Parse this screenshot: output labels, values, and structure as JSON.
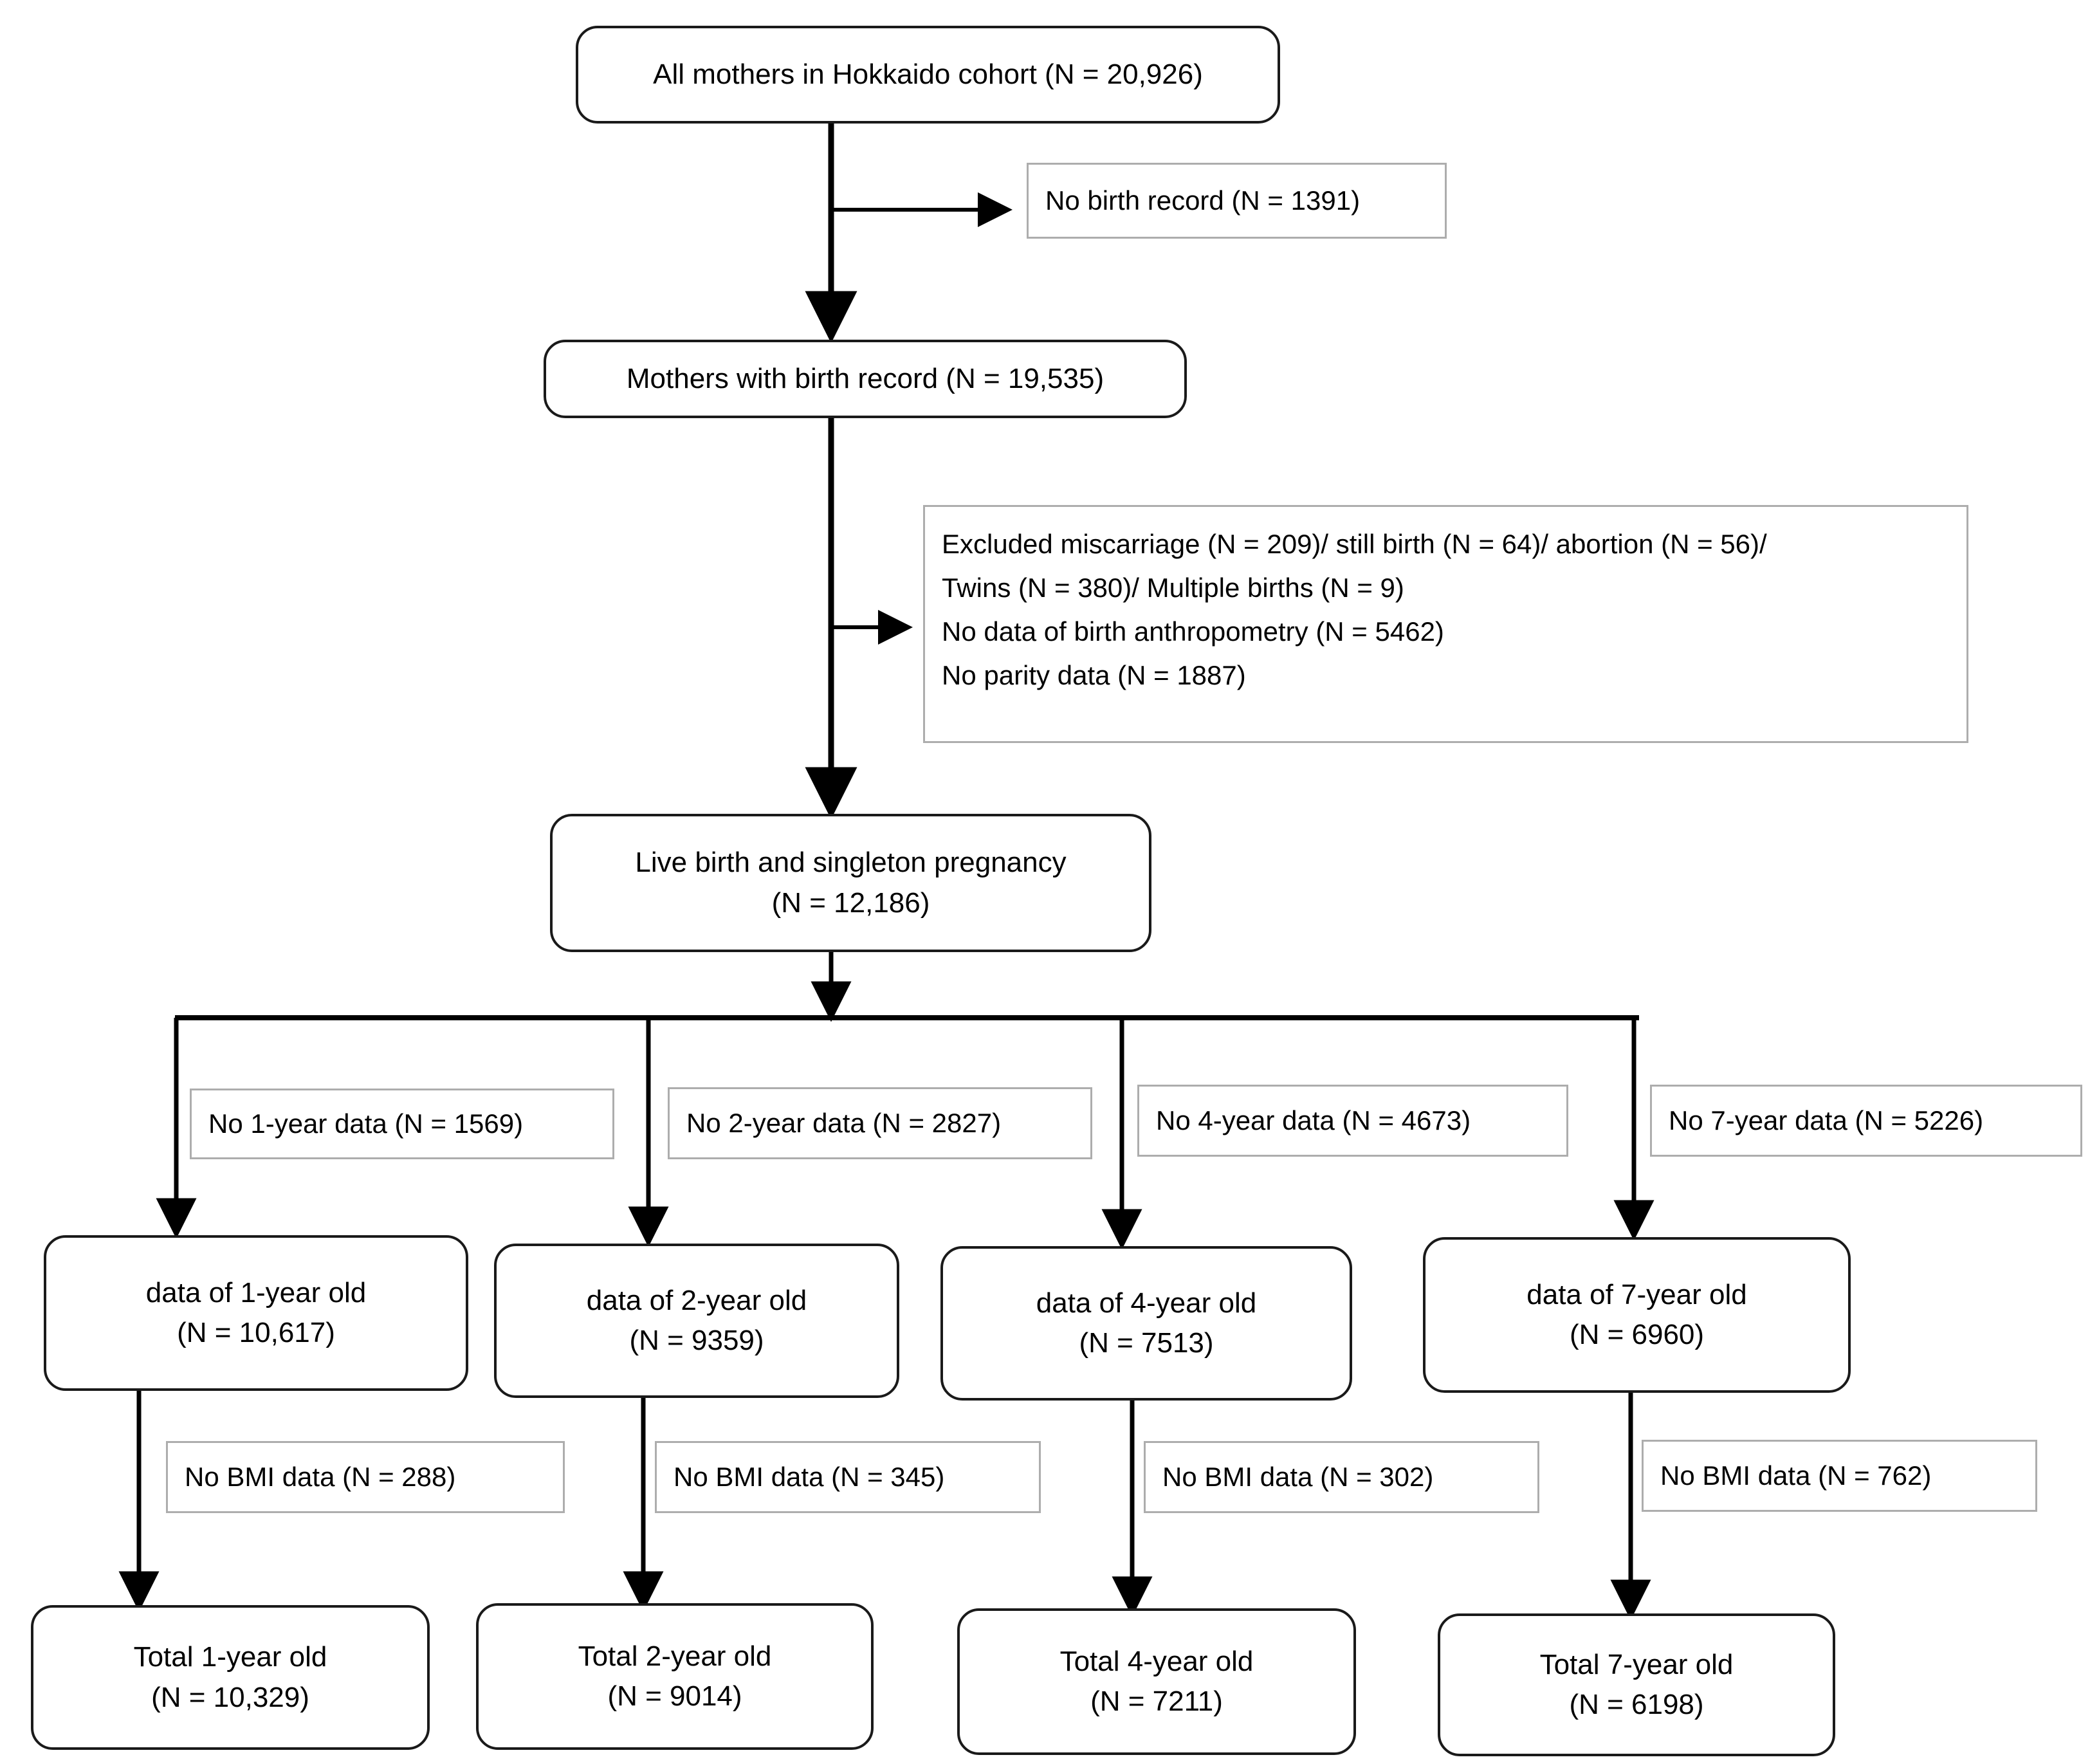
{
  "diagram": {
    "title": "Hokkaido cohort participant flow diagram",
    "type": "flowchart",
    "colors": {
      "main_border": "#1a1a1a",
      "exclusion_border": "#adadad",
      "text": "#000000",
      "background": "#ffffff",
      "connector": "#000000"
    },
    "nodes": {
      "all_mothers": {
        "lines": [
          "All mothers in Hokkaido cohort (N = 20,926)"
        ],
        "line1": "All mothers in Hokkaido cohort (N = 20,926)"
      },
      "no_birth_record": {
        "line1": "No birth record (N = 1391)"
      },
      "mothers_with_birth_record": {
        "line1": "Mothers with birth record (N = 19,535)"
      },
      "excluded_block": {
        "line1": "Excluded miscarriage (N = 209)/ still birth (N = 64)/ abortion (N = 56)/",
        "line2": "Twins (N = 380)/ Multiple births (N = 9)",
        "line3": "No data of birth anthropometry (N = 5462)",
        "line4": "No parity data (N = 1887)"
      },
      "live_birth": {
        "line1": "Live birth and singleton pregnancy",
        "line2": "(N = 12,186)"
      }
    },
    "branches": [
      {
        "id": "year1",
        "no_data": "No 1-year data (N = 1569)",
        "data_label": "data of 1-year old",
        "data_count": "(N = 10,617)",
        "no_bmi": "No BMI data (N = 288)",
        "total_label": "Total 1-year old",
        "total_count": "(N = 10,329)"
      },
      {
        "id": "year2",
        "no_data": "No 2-year data (N = 2827)",
        "data_label": "data of 2-year old",
        "data_count": "(N = 9359)",
        "no_bmi": "No BMI data (N = 345)",
        "total_label": "Total 2-year old",
        "total_count": "(N = 9014)"
      },
      {
        "id": "year4",
        "no_data": "No 4-year data (N = 4673)",
        "data_label": "data of 4-year old",
        "data_count": "(N = 7513)",
        "no_bmi": "No BMI data (N = 302)",
        "total_label": "Total 4-year old",
        "total_count": "(N = 7211)"
      },
      {
        "id": "year7",
        "no_data": "No 7-year data (N = 5226)",
        "data_label": "data of 7-year old",
        "data_count": "(N = 6960)",
        "no_bmi": "No BMI data (N = 762)",
        "total_label": "Total 7-year old",
        "total_count": "(N = 6198)"
      }
    ]
  }
}
